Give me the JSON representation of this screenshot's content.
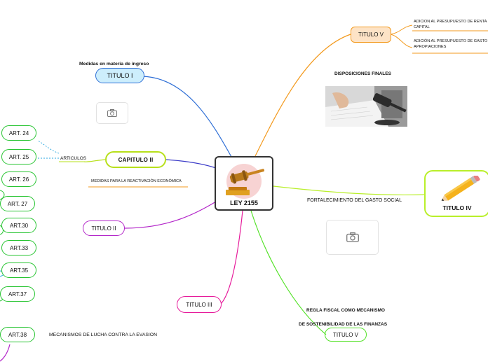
{
  "center": {
    "title": "LEY 2155",
    "icon": "gavel-icon"
  },
  "titulo_i": {
    "label": "TITULO I",
    "note": "Medidas en materia de ingreso"
  },
  "capitulo_ii": {
    "label": "CAPITULO II",
    "subtitle": "MEDIDAS PARA LA REACTIVACIÓN ECONÓMICA",
    "articles_label": "ARTICULOS"
  },
  "articles": [
    "ART. 24",
    "ART. 25",
    "ART. 26",
    "ART. 27",
    "ART.30",
    "ART.33",
    "ART.35",
    "ART.37",
    "ART.38"
  ],
  "titulo_ii": {
    "label": "TITULO II"
  },
  "titulo_iii": {
    "label": "TITULO III"
  },
  "mecanismos": "MECANISMOS DE LUCHA CONTRA LA EVASION",
  "titulo_iv": {
    "label": "TITULO IV",
    "subtitle": "FORTALECIMIENTO DEL GASTO SOCIAL",
    "icon": "pencil-icon"
  },
  "titulo_v_top": {
    "label": "TITULO V",
    "items": [
      [
        "ADICION AL PRESUPUESTO DE RENTA",
        "CAPITAL"
      ],
      [
        "ADICIÓN AL PRESUPUESTO DE GASTO",
        "APROPIACIONES"
      ]
    ]
  },
  "disposiciones": {
    "label": "DISPOSICIONES FINALES",
    "image": "gavel-on-documents-photo"
  },
  "titulo_v_bottom": {
    "label": "TITULO V",
    "subtitle_line1": "REGLA FISCAL COMO MECANISMO",
    "subtitle_line2": "DE SOSTENIBILIDAD DE LAS FINANZAS"
  },
  "placeholders": [
    "camera-icon",
    "camera-icon"
  ],
  "colors": {
    "titulo_i": "#2f6fd6",
    "titulo_i_fill": "#cdeefc",
    "capitulo_ii": "#b7e01a",
    "capitulo_ii_branch": "#3b3bc8",
    "articles": "#27c431",
    "articles_dash": "#2aa6e0",
    "titulo_ii": "#b326c9",
    "titulo_iii": "#e6199a",
    "titulo_iv": "#b9ef2a",
    "titulo_v_top": "#f39a1e",
    "titulo_v_top_fill": "#fde3c6",
    "titulo_v_bottom": "#55e22a",
    "underline": "#f39a1e"
  }
}
